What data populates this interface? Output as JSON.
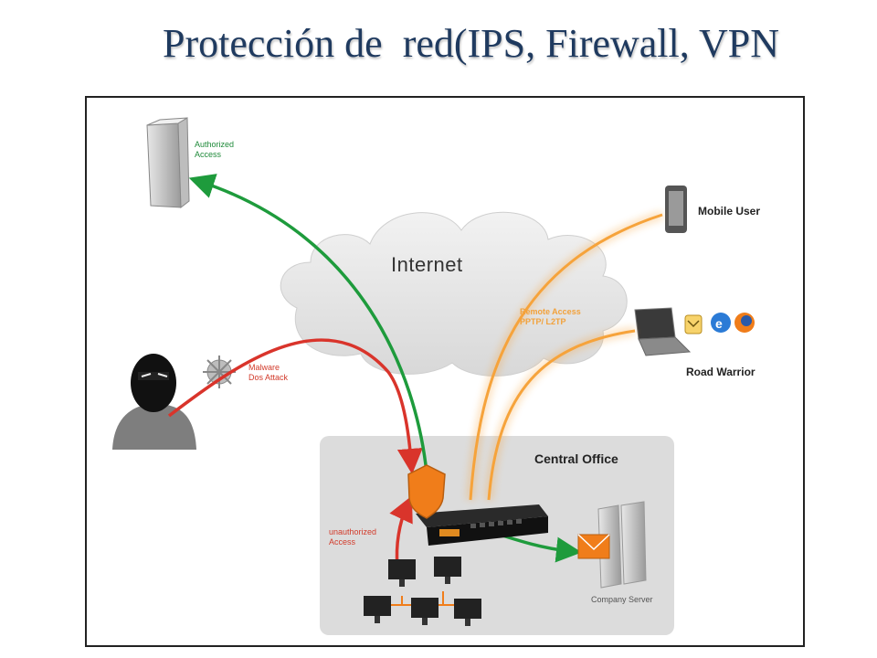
{
  "slide": {
    "title": "Protección de  red(IPS, Firewall, VPN"
  },
  "diagram": {
    "internet_label": "Internet",
    "authorized_access": "Authorized\nAccess",
    "mobile_user": "Mobile User",
    "remote_access": "Remote Access\nPPTP/ L2TP",
    "road_warrior": "Road Warrior",
    "malware_attack": "Malware\nDos Attack",
    "central_office": "Central Office",
    "unauthorized_access": "unauthorized\nAccess",
    "company_server": "Company Server"
  },
  "colors": {
    "authorized": "#1e9b3c",
    "attack": "#d9342b",
    "vpn": "#f6a33b",
    "shield": "#f07d1a",
    "title": "#1f3a5f"
  }
}
